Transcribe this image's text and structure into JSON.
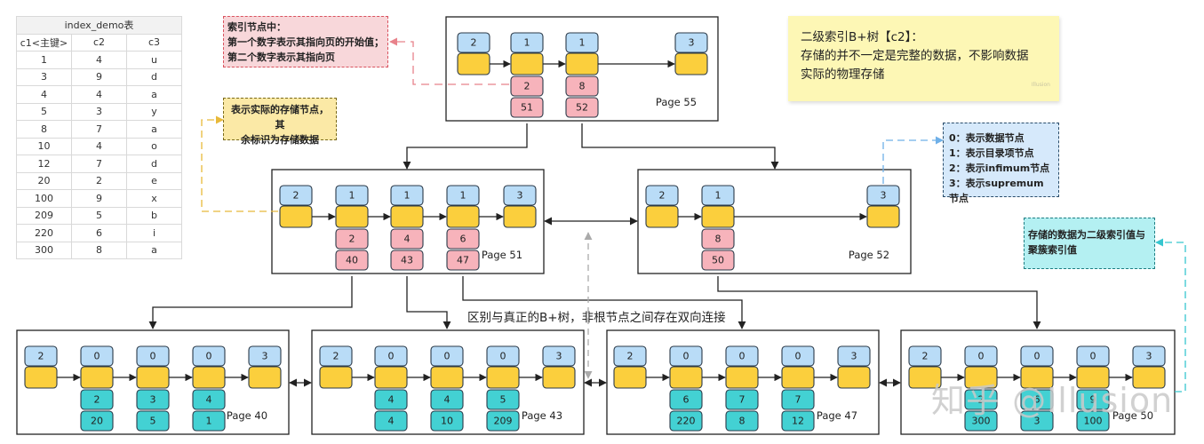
{
  "table": {
    "title": "index_demo表",
    "headers": [
      "c1<主键>",
      "c2",
      "c3"
    ],
    "rows": [
      [
        "1",
        "4",
        "u"
      ],
      [
        "3",
        "9",
        "d"
      ],
      [
        "4",
        "4",
        "a"
      ],
      [
        "5",
        "3",
        "y"
      ],
      [
        "8",
        "7",
        "a"
      ],
      [
        "10",
        "4",
        "o"
      ],
      [
        "12",
        "7",
        "d"
      ],
      [
        "20",
        "2",
        "e"
      ],
      [
        "100",
        "9",
        "x"
      ],
      [
        "209",
        "5",
        "b"
      ],
      [
        "220",
        "6",
        "i"
      ],
      [
        "300",
        "8",
        "a"
      ]
    ]
  },
  "notes": {
    "index_node": [
      "索引节点中：",
      "第一个数字表示其指向页的开始值；",
      "第二个数字表示其指向页"
    ],
    "storage_node": [
      "表示实际的存储节点，其",
      "余标识为存储数据"
    ],
    "secondary_title": "二级索引B+树【c2】：",
    "secondary_desc": [
      "存储的并不一定是完整的数据，不影响数据",
      "实际的物理存储"
    ],
    "secondary_watermark": "Illusion",
    "record_types": [
      "0：表示数据节点",
      "1：表示目录项节点",
      "2：表示infimum节点",
      "3：表示supremum节点"
    ],
    "stored_data": [
      "存储的数据为二级索引值与",
      "聚簇索引值"
    ],
    "caption": "区别与真正的B+树，非根节点之间存在双向连接",
    "watermark": "知乎 @Illusion"
  },
  "pages": [
    {
      "label": "Page 55",
      "types": [
        "2",
        "1",
        "1",
        "3"
      ],
      "values": [
        [
          "2",
          "51"
        ],
        [
          "8",
          "52"
        ]
      ]
    },
    {
      "label": "Page 51",
      "types": [
        "2",
        "1",
        "1",
        "1",
        "3"
      ],
      "values": [
        [
          "2",
          "40"
        ],
        [
          "4",
          "43"
        ],
        [
          "6",
          "47"
        ]
      ]
    },
    {
      "label": "Page 52",
      "types": [
        "2",
        "1",
        "3"
      ],
      "values": [
        [
          "8",
          "50"
        ]
      ]
    },
    {
      "label": "Page 40",
      "types": [
        "2",
        "0",
        "0",
        "0",
        "3"
      ],
      "values": [
        [
          "2",
          "20"
        ],
        [
          "3",
          "5"
        ],
        [
          "4",
          "1"
        ]
      ]
    },
    {
      "label": "Page 43",
      "types": [
        "2",
        "0",
        "0",
        "0",
        "3"
      ],
      "values": [
        [
          "4",
          "4"
        ],
        [
          "4",
          "10"
        ],
        [
          "5",
          "209"
        ]
      ]
    },
    {
      "label": "Page 47",
      "types": [
        "2",
        "0",
        "0",
        "0",
        "3"
      ],
      "values": [
        [
          "6",
          "220"
        ],
        [
          "7",
          "8"
        ],
        [
          "7",
          "12"
        ]
      ]
    },
    {
      "label": "Page 50",
      "types": [
        "2",
        "0",
        "0",
        "0",
        "3"
      ],
      "values": [
        [
          "2",
          "300"
        ],
        [
          "6",
          "3"
        ],
        [
          "9",
          "100"
        ]
      ]
    }
  ],
  "colors": {
    "type_cell": "#b9dcf7",
    "record_cell": "#fbcf3d",
    "index_value": "#f7b3bb",
    "leaf_value": "#43d1d3",
    "cell_stroke": "#2b3a49",
    "page_border": "#222222",
    "pink_dash": "#e8828b",
    "yellow_dash": "#e8b93a",
    "blue_dash": "#6fb0e8",
    "cyan_dash": "#37c6cf",
    "gray_dash": "#aaaaaa"
  }
}
